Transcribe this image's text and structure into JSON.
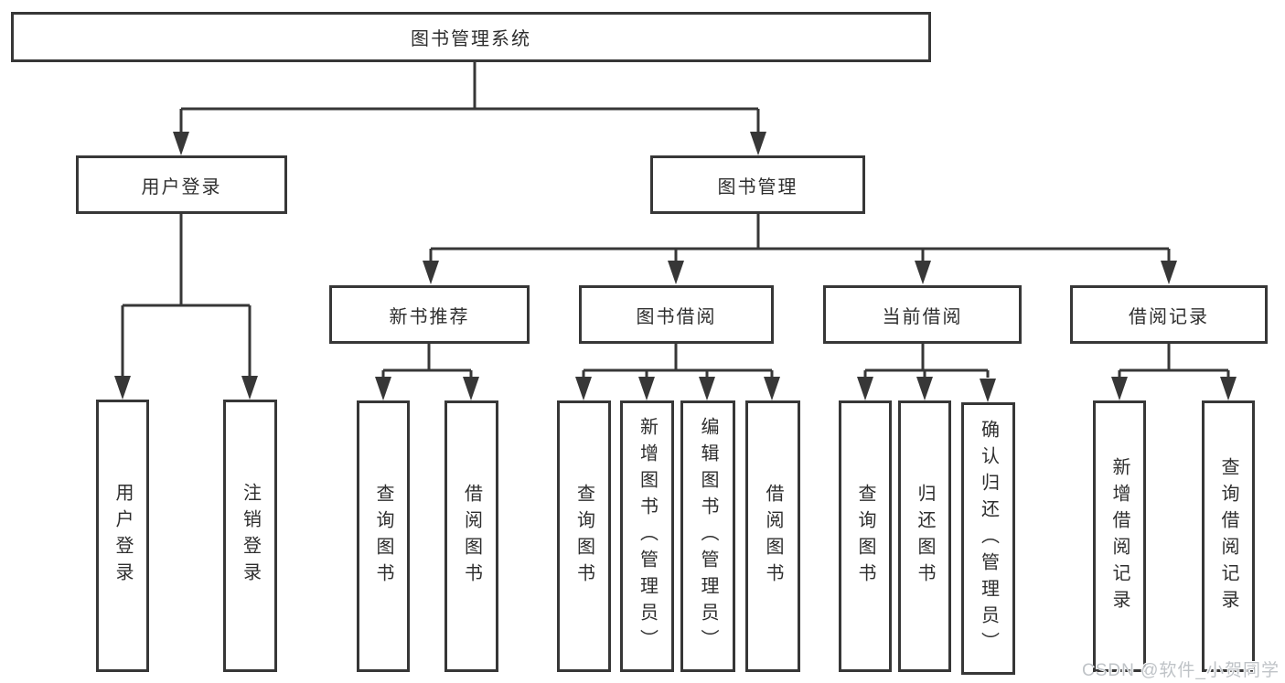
{
  "diagram": {
    "title": "图书管理系统",
    "nodes": {
      "root": "图书管理系统",
      "level2": [
        "用户登录",
        "图书管理"
      ],
      "level3": [
        "新书推荐",
        "图书借阅",
        "当前借阅",
        "借阅记录"
      ],
      "leaves": {
        "login": [
          "用户登录",
          "注销登录"
        ],
        "new_book": [
          "查询图书",
          "借阅图书"
        ],
        "borrow": [
          "查询图书",
          "新增图书（管理员）",
          "编辑图书（管理员）",
          "借阅图书"
        ],
        "current": [
          "查询图书",
          "归还图书",
          "确认归还（管理员）"
        ],
        "records": [
          "新增借阅记录",
          "查询借阅记录"
        ]
      }
    },
    "colors": {
      "line": "#373737",
      "box_border": "#373737",
      "box_fill": "#ffffff",
      "text": "#2e2e2e",
      "watermark": "#bfc3c7"
    }
  },
  "watermark": "CSDN @软件_小贺同学"
}
